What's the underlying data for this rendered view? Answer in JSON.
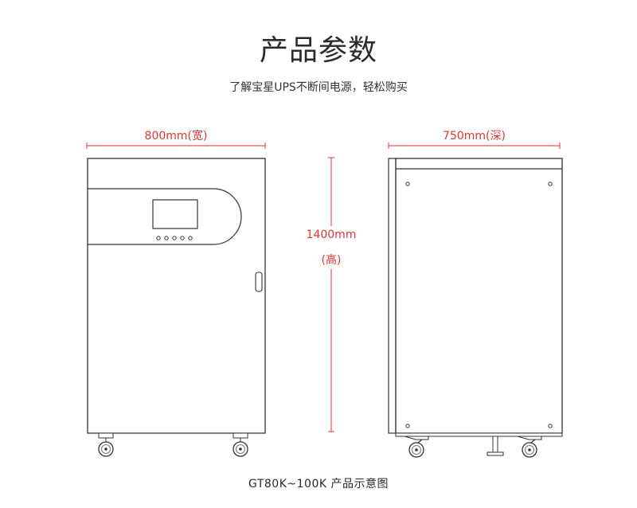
{
  "page": {
    "title": "产品参数",
    "subtitle": "了解宝星UPS不断间电源，轻松购买",
    "caption": "GT80K~100K  产品示意图"
  },
  "dimensions": {
    "width_label": "800mm(宽)",
    "depth_label": "750mm(深)",
    "height_value": "1400mm",
    "height_unit": "(高)"
  },
  "colors": {
    "dimension": "#e03434",
    "outline": "#333333",
    "panel_edge": "#555555"
  },
  "icons": {
    "front_view": "ups-cabinet-front-view",
    "side_view": "ups-cabinet-side-view"
  }
}
